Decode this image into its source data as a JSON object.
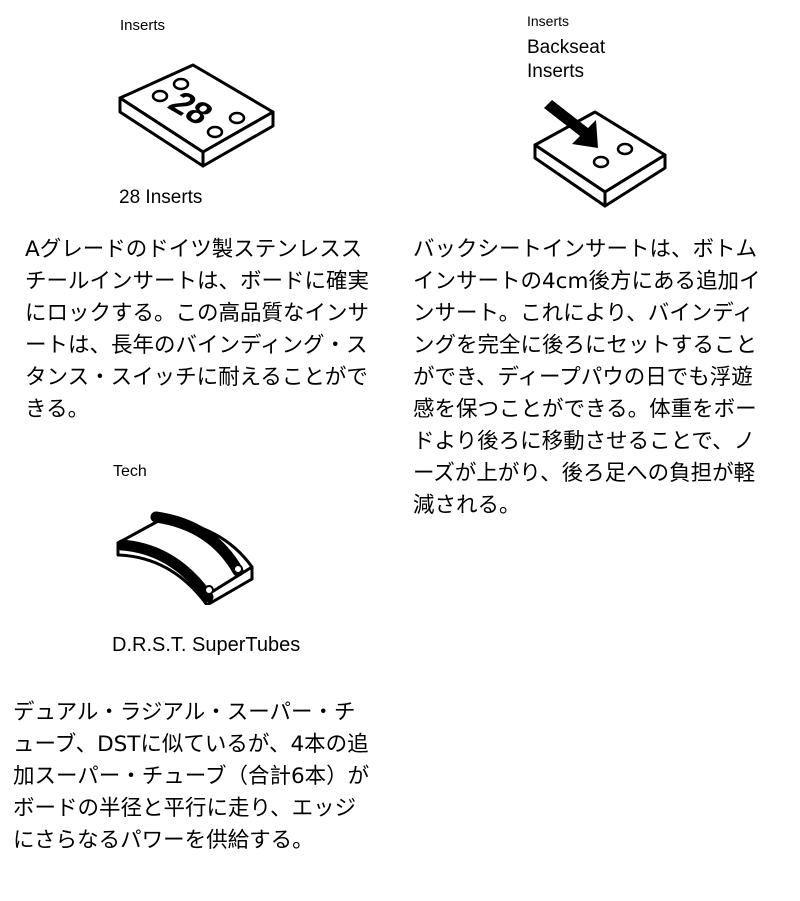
{
  "inserts": {
    "label": "Inserts",
    "board_number": "28",
    "caption": "28 Inserts",
    "description_lines": [
      "Aグレードのドイツ製ステンレスス",
      "チールインサートは、ボードに確実",
      "にロックする。この高品質なインサ",
      "ートは、長年のバインディング・ス",
      "タンス・スイッチに耐えることがで",
      "きる。"
    ]
  },
  "backseat": {
    "label": "Inserts",
    "title_line1": "Backseat",
    "title_line2": "Inserts",
    "description_lines": [
      "バックシートインサートは、ボトム",
      "インサートの4cm後方にある追加イ",
      "ンサート。これにより、バインディ",
      "ングを完全に後ろにセットすること",
      "ができ、ディープパウの日でも浮遊",
      "感を保つことができる。体重をボー",
      "ドより後ろに移動させることで、ノ",
      "ーズが上がり、後ろ足への負担が軽",
      "減される。"
    ]
  },
  "tech": {
    "label": "Tech",
    "caption": "D.R.S.T. SuperTubes",
    "description_lines": [
      "デュアル・ラジアル・スーパー・チ",
      "ューブ、DSTに似ているが、4本の追",
      "加スーパー・チューブ（合計6本）が",
      "ボードの半径と平行に走り、エッジ",
      "にさらなるパワーを供給する。"
    ]
  }
}
